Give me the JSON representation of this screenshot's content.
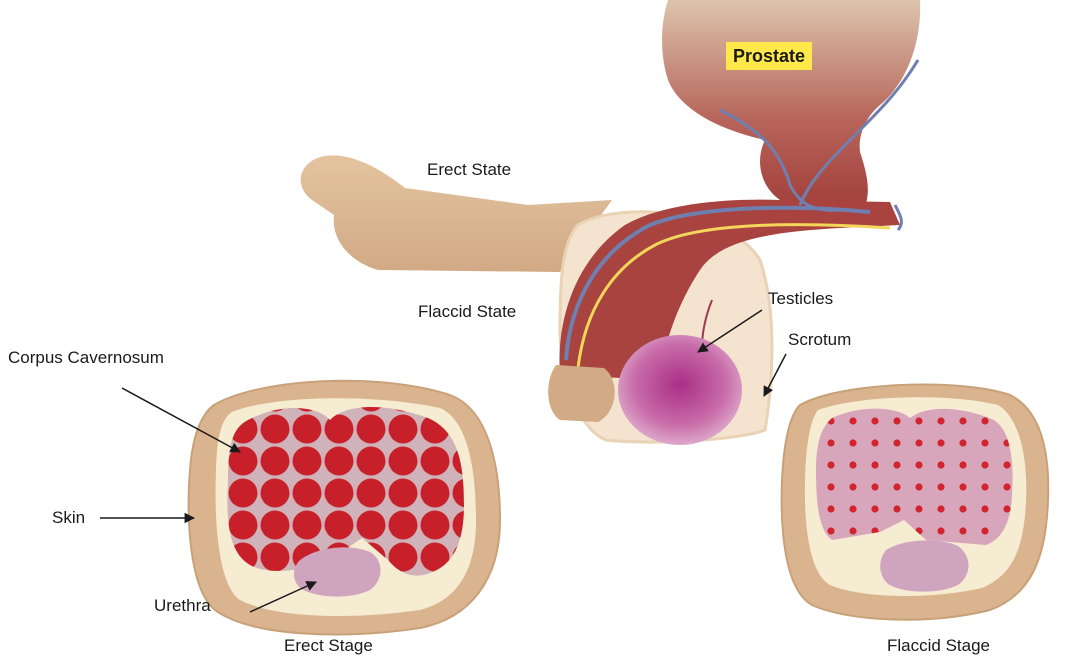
{
  "labels": {
    "prostate": "Prostate",
    "erect_state": "Erect State",
    "flaccid_state": "Flaccid State",
    "testicles": "Testicles",
    "scrotum": "Scrotum",
    "corpus_cavernosum": "Corpus Cavernosum",
    "skin": "Skin",
    "urethra": "Urethra",
    "erect_stage": "Erect Stage",
    "flaccid_stage": "Flaccid Stage"
  },
  "colors": {
    "prostate_badge": "#ffe94a",
    "skin": "#d9b48f",
    "skin_dark": "#c49a74",
    "skin_inner": "#f6ecd2",
    "tissue": "#a8433f",
    "cavernosum_erect": "#c8202a",
    "cavernosum_flaccid": "#d7a3b8",
    "testicle": "#b54a93",
    "urethra": "#cfa4bf",
    "vessel_blue": "#6f7fb0",
    "vessel_yellow": "#f3d65a"
  }
}
